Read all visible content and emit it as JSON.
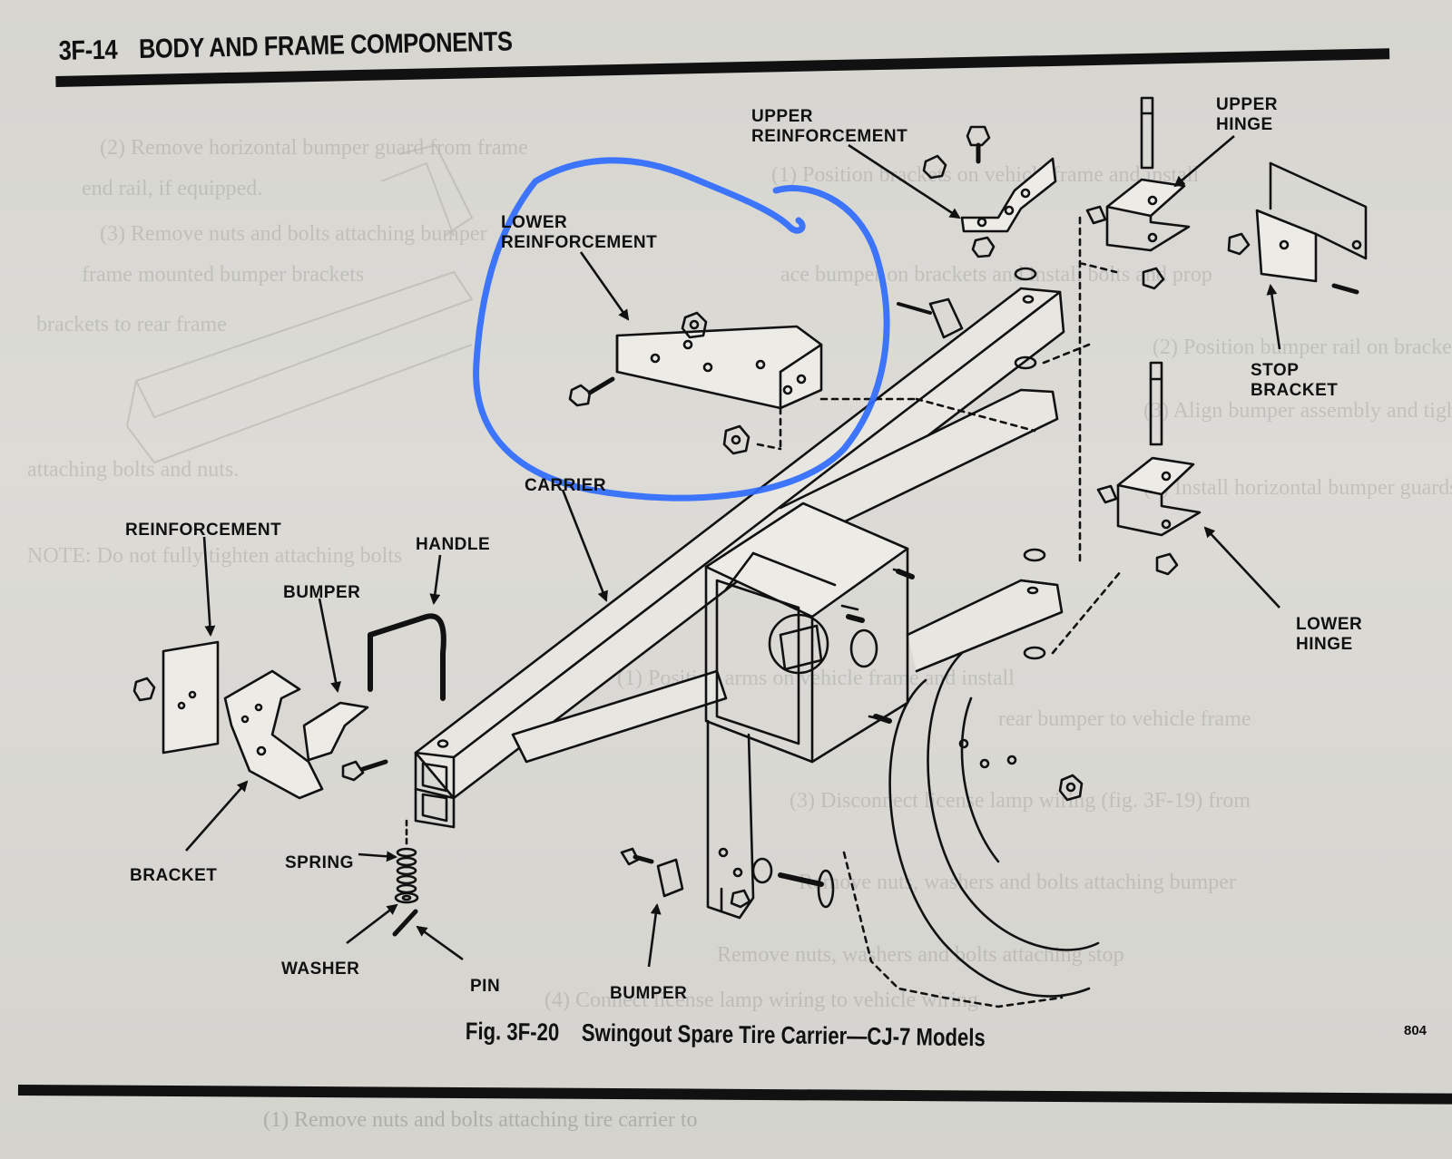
{
  "header": {
    "page_number": "3F-14",
    "section_title": "BODY AND FRAME COMPONENTS"
  },
  "labels": {
    "upper_reinforcement": [
      "UPPER",
      "REINFORCEMENT"
    ],
    "upper_hinge": [
      "UPPER",
      "HINGE"
    ],
    "lower_reinforcement": [
      "LOWER",
      "REINFORCEMENT"
    ],
    "stop_bracket": [
      "STOP",
      "BRACKET"
    ],
    "carrier": "CARRIER",
    "reinforcement": "REINFORCEMENT",
    "handle": "HANDLE",
    "bumper_left": "BUMPER",
    "bracket": "BRACKET",
    "lower_hinge": [
      "LOWER",
      "HINGE"
    ],
    "spring": "SPRING",
    "washer": "WASHER",
    "pin": "PIN",
    "bumper_bottom": "BUMPER"
  },
  "caption": {
    "figure": "Fig. 3F-20",
    "title": "Swingout Spare Tire Carrier—CJ-7 Models"
  },
  "figure_code": "804",
  "annotation": {
    "type": "hand-drawn circle",
    "color": "#2f6bff",
    "encircles": "LOWER REINFORCEMENT"
  }
}
